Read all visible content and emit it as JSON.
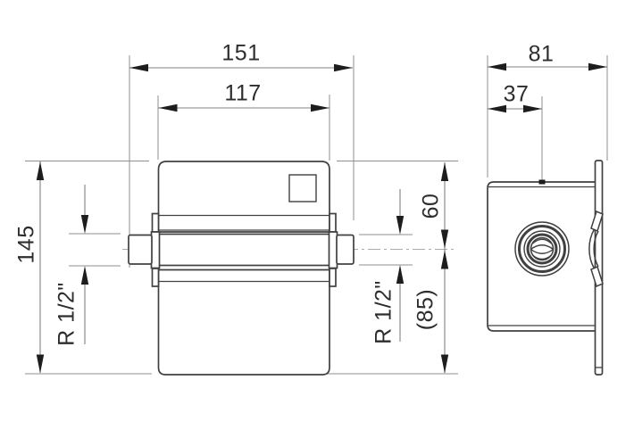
{
  "drawing": {
    "type": "technical-dimension-drawing",
    "views": [
      "front-view",
      "side-view"
    ],
    "dimensions": {
      "overall_width": "151",
      "body_width": "117",
      "overall_depth": "81",
      "wall_to_center": "37",
      "overall_height": "145",
      "top_to_center": "60",
      "center_to_bottom": "(85)",
      "inlet_thread": "R 1/2\"",
      "outlet_thread": "R 1/2\""
    },
    "colors": {
      "background": "#ffffff",
      "object_line": "#404040",
      "dimension_line": "#828282",
      "extension_line": "#8f8f8f",
      "centerline": "#ababab",
      "arrow": "#1d1d1d",
      "text": "#2d2d2d"
    }
  }
}
